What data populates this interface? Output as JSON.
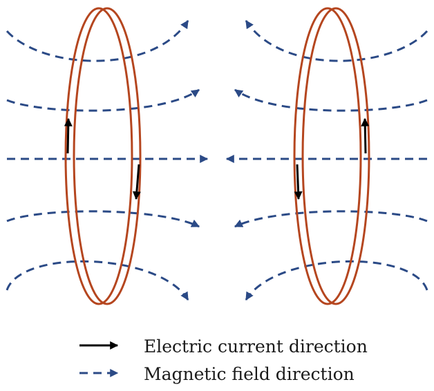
{
  "colors": {
    "coil": "#b5461f",
    "field": "#2b4a86",
    "current": "#000000",
    "background": "#ffffff"
  },
  "legend": {
    "current_label": "Electric current direction",
    "field_label": "Magnetic field direction"
  },
  "diagram": {
    "coils": 2,
    "field_lines_per_side": 5,
    "left_field_direction": "right",
    "right_field_direction": "left"
  }
}
